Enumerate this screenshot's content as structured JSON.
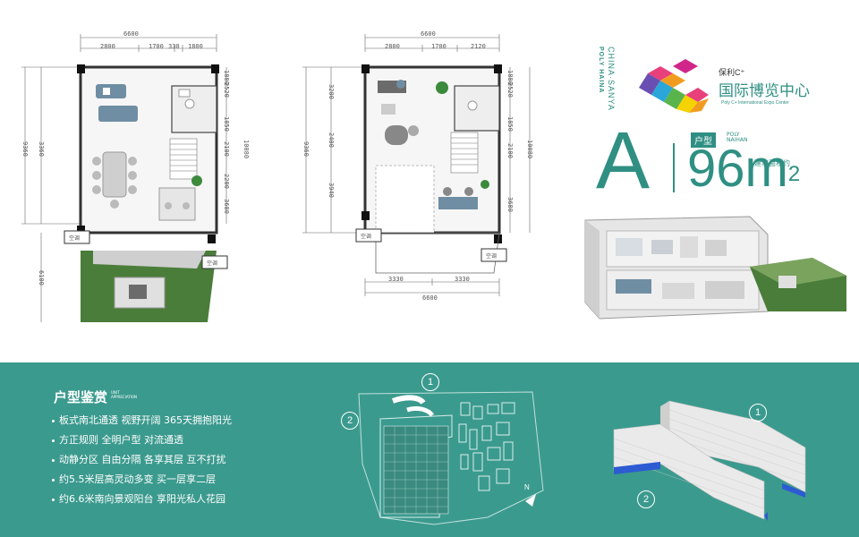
{
  "plan_left": {
    "top_total": "6600",
    "top_segments": [
      "2800",
      "1700",
      "330",
      "1800"
    ],
    "left_dims": [
      "9360",
      "3360"
    ],
    "right_dims": [
      "1880",
      "2520",
      "1850",
      "2100",
      "2200",
      "3680"
    ],
    "right_total": "10080",
    "bottom_left": "6100",
    "ac_labels": [
      "空调",
      "空调"
    ]
  },
  "plan_right": {
    "top_total": "6600",
    "top_segments": [
      "2800",
      "1700",
      "2120"
    ],
    "left_dims": [
      "9360",
      "3200",
      "2400",
      "3940"
    ],
    "right_dims": [
      "1880",
      "2520",
      "1850",
      "2100",
      "3680"
    ],
    "right_total": "10080",
    "bottom_segments": [
      "3330",
      "3330"
    ],
    "bottom_total": "6600",
    "ac_labels": [
      "空调",
      "空调"
    ]
  },
  "brand": {
    "vertical_1": "POLY HAINA",
    "vertical_2": "CHINA·SANYA",
    "logo_small": "保利C⁺",
    "logo_cn": "国际博览中心",
    "logo_en": "Poly C+ International Expo Center",
    "logo_colors": [
      "#e8407a",
      "#f29c1f",
      "#f4d300",
      "#58b44b",
      "#2aa6d9",
      "#6a4fb3",
      "#d0268a"
    ]
  },
  "unit": {
    "letter": "A",
    "area": "96m",
    "area_sup": "2",
    "tag": "户型",
    "tag_small_1": "POLY",
    "tag_small_2": "NAIHAN",
    "area_note": "建筑面积约"
  },
  "appreciation": {
    "title": "户型鉴赏",
    "title_sub_1": "UNIT",
    "title_sub_2": "APPRECIATION",
    "features": [
      "板式南北通透  视野开阔  365天拥抱阳光",
      "方正规则  全明户型  对流通透",
      "动静分区  自由分隔  各享其层  互不打扰",
      "约5.5米层高灵动多变  买一层享二层",
      "约6.6米南向景观阳台  享阳光私人花园"
    ]
  },
  "site_plan": {
    "marker_1": "1",
    "marker_2": "2",
    "north": "N"
  },
  "building_3d": {
    "marker_1": "1",
    "marker_2": "2"
  }
}
